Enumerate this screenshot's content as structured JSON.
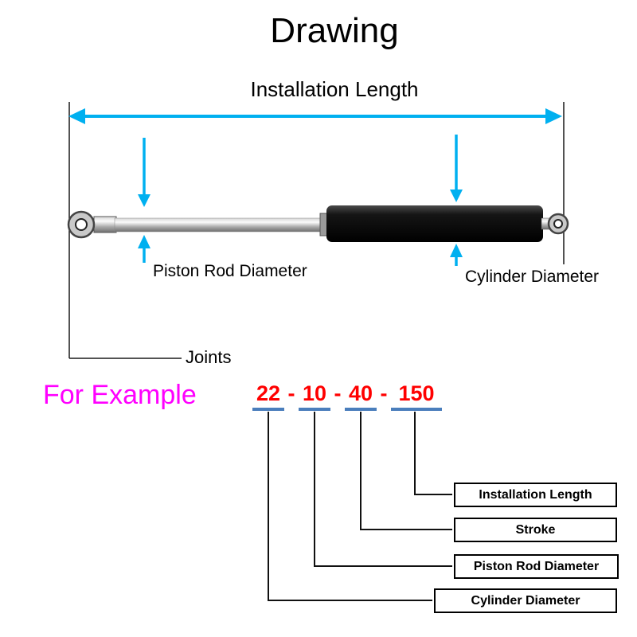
{
  "title": "Drawing",
  "drawing": {
    "installation_length_label": "Installation Length",
    "piston_rod_diameter_label": "Piston Rod Diameter",
    "cylinder_diameter_label": "Cylinder Diameter",
    "joints_label": "Joints"
  },
  "example": {
    "label": "For Example",
    "numbers": [
      "22",
      "10",
      "40",
      "150"
    ],
    "separator": "-",
    "callouts": [
      "Installation Length",
      "Stroke",
      "Piston Rod Diameter",
      "Cylinder Diameter"
    ]
  },
  "colors": {
    "dimension_arrow": "#00b0f0",
    "example_label_text": "#ff00ff",
    "code_text": "#ff0000",
    "code_underline": "#4a7ebc",
    "cylinder_body": "#000000",
    "piston_rod": "#c0c0c0"
  }
}
